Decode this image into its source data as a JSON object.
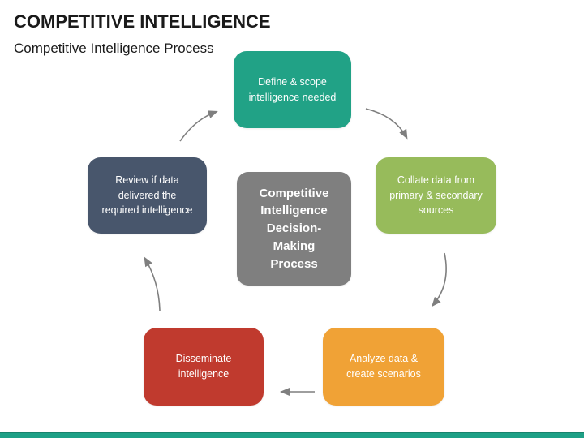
{
  "slide": {
    "title": "COMPETITIVE INTELLIGENCE",
    "subtitle": "Competitive Intelligence Process",
    "accent_bar_color": "#1EA086"
  },
  "diagram": {
    "center": {
      "id": "center",
      "label": "Competitive Intelligence Decision-Making Process",
      "color": "#7F7F7F",
      "text_color": "#FFFFFF"
    },
    "steps": [
      {
        "id": "define",
        "label": "Define & scope intelligence needed",
        "color": "#21A286"
      },
      {
        "id": "collate",
        "label": "Collate data from primary & secondary sources",
        "color": "#97BB5B"
      },
      {
        "id": "analyze",
        "label": "Analyze data & create scenarios",
        "color": "#F0A236"
      },
      {
        "id": "disseminate",
        "label": "Disseminate intelligence",
        "color": "#C03A2E"
      },
      {
        "id": "review",
        "label": "Review if data delivered the required intelligence",
        "color": "#48566C"
      }
    ],
    "connections": [
      {
        "from": "define",
        "to": "collate"
      },
      {
        "from": "collate",
        "to": "analyze"
      },
      {
        "from": "analyze",
        "to": "disseminate"
      },
      {
        "from": "disseminate",
        "to": "review"
      },
      {
        "from": "review",
        "to": "define"
      }
    ],
    "arrow_color": "#7F7F7F"
  }
}
